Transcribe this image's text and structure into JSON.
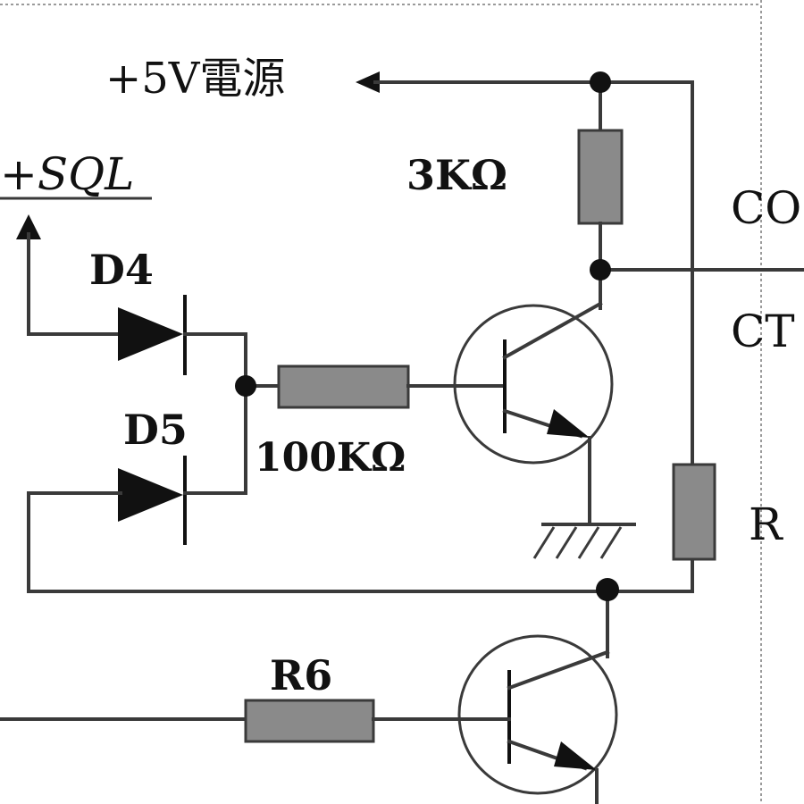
{
  "labels": {
    "power": "+5V電源",
    "sql": "+SQL",
    "d4": "D4",
    "d5": "D5",
    "r_collector": "3KΩ",
    "r_base": "100KΩ",
    "r6": "R6",
    "co": "CO",
    "ct": "CT",
    "r_right": "R"
  }
}
